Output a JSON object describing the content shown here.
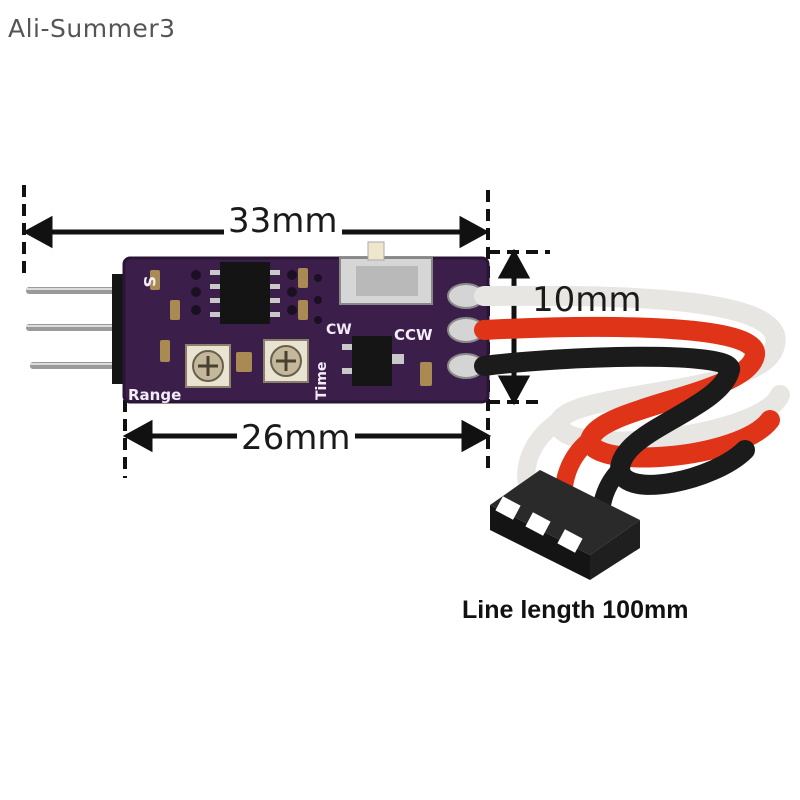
{
  "watermark": "Ali-Summer3",
  "dimensions": {
    "total_length": "33mm",
    "board_length": "26mm",
    "height": "10mm"
  },
  "board_labels": {
    "signal": "S",
    "range": "Range",
    "time": "Time",
    "cw": "CW",
    "ccw": "CCW"
  },
  "caption": "Line length 100mm",
  "colors": {
    "pcb": "#3b1f4a",
    "wire_white": "#e8e6e2",
    "wire_red": "#e03418",
    "wire_black": "#1b1b1b",
    "connector": "#141414"
  }
}
